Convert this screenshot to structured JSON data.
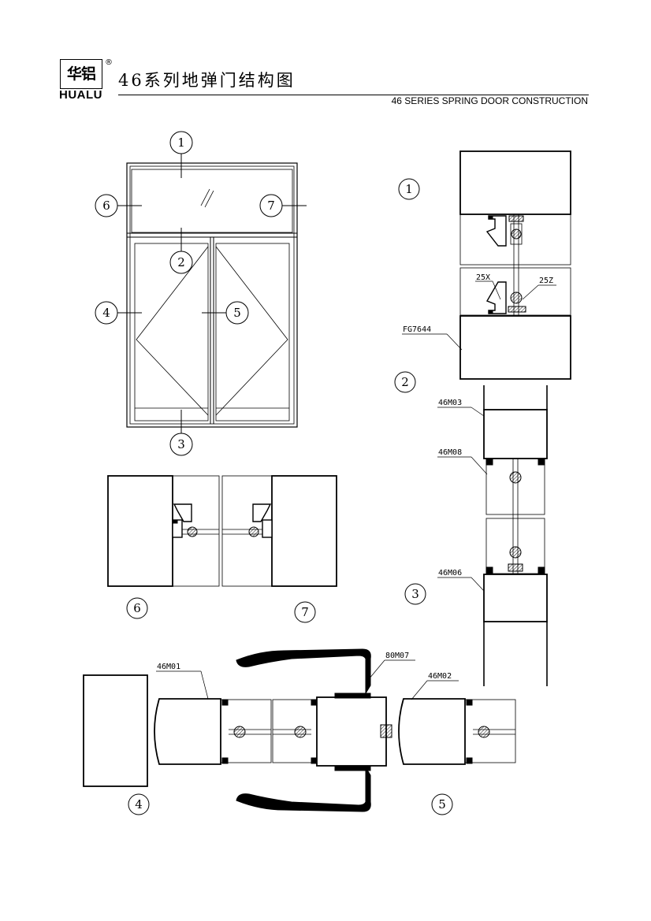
{
  "header": {
    "logo_glyph": "华铝",
    "logo_registered": "®",
    "logo_en": "HUALU",
    "title_cn": "46系列地弹门结构图",
    "title_en": "46 SERIES SPRING DOOR CONSTRUCTION"
  },
  "elevation": {
    "callouts": [
      "1",
      "2",
      "3",
      "4",
      "5",
      "6",
      "7"
    ]
  },
  "section_labels": {
    "n1": "1",
    "n2": "2",
    "n3": "3",
    "n4": "4",
    "n5": "5",
    "n6": "6",
    "n7": "7"
  },
  "parts": {
    "p25x": "25X",
    "p25z": "25Z",
    "fg7644": "FG7644",
    "m46m03": "46M03",
    "m46m08": "46M08",
    "m46m06": "46M06",
    "m46m01": "46M01",
    "m80m07": "80M07",
    "m46m02": "46M02"
  }
}
